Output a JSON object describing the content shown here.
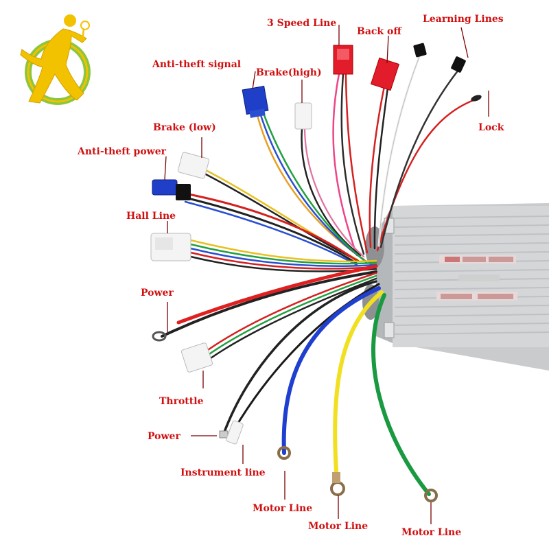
{
  "labels": {
    "speed3": "3 Speed Line",
    "back_off": "Back off",
    "learning": "Learning Lines",
    "antitheft_signal": "Anti-theft signal",
    "brake_high": "Brake(high)",
    "lock": "Lock",
    "brake_low": "Brake (low)",
    "antitheft_power": "Anti-theft power",
    "hall": "Hall Line",
    "power_top": "Power",
    "throttle": "Throttle",
    "power_bottom": "Power",
    "instrument": "Instrument line",
    "motor_1": "Motor Line",
    "motor_2": "Motor Line",
    "motor_3": "Motor Line"
  },
  "colors": {
    "label": "#d01010",
    "controller_body": "#d4d6d8",
    "logo_ring": "#8cc63f",
    "logo_figure": "#f2c200"
  },
  "icons": {
    "logo": "badminton-player-logo"
  }
}
